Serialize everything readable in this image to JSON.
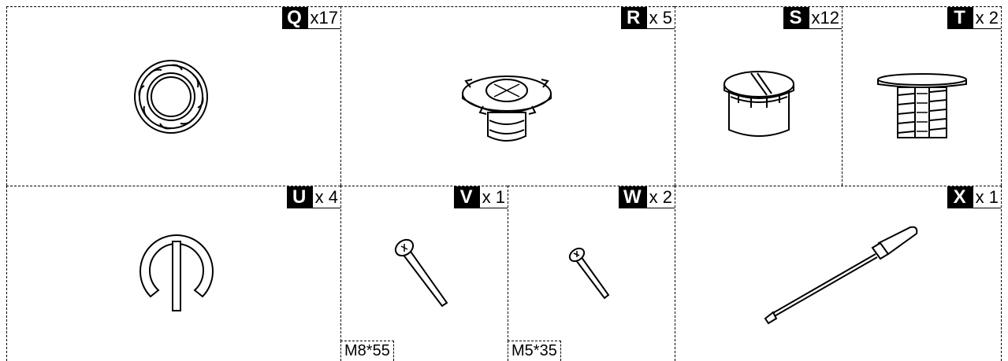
{
  "parts": [
    {
      "id": "Q",
      "letter": "Q",
      "qty": "x17"
    },
    {
      "id": "R",
      "letter": "R",
      "qty": "x 5"
    },
    {
      "id": "S",
      "letter": "S",
      "qty": "x12"
    },
    {
      "id": "T",
      "letter": "T",
      "qty": "x 2"
    },
    {
      "id": "U",
      "letter": "U",
      "qty": "x 4"
    },
    {
      "id": "V",
      "letter": "V",
      "qty": "x 1",
      "size": "M8*55"
    },
    {
      "id": "W",
      "letter": "W",
      "qty": "x 2",
      "size": "M5*35"
    },
    {
      "id": "X",
      "letter": "X",
      "qty": "x 1"
    }
  ],
  "icons": {
    "Q": "cam-lock-nut-icon",
    "R": "cam-fitting-cap-icon",
    "S": "plastic-plug-icon",
    "T": "threaded-insert-icon",
    "U": "c-clip-icon",
    "V": "bolt-icon",
    "W": "bolt-icon",
    "X": "screwdriver-icon"
  }
}
